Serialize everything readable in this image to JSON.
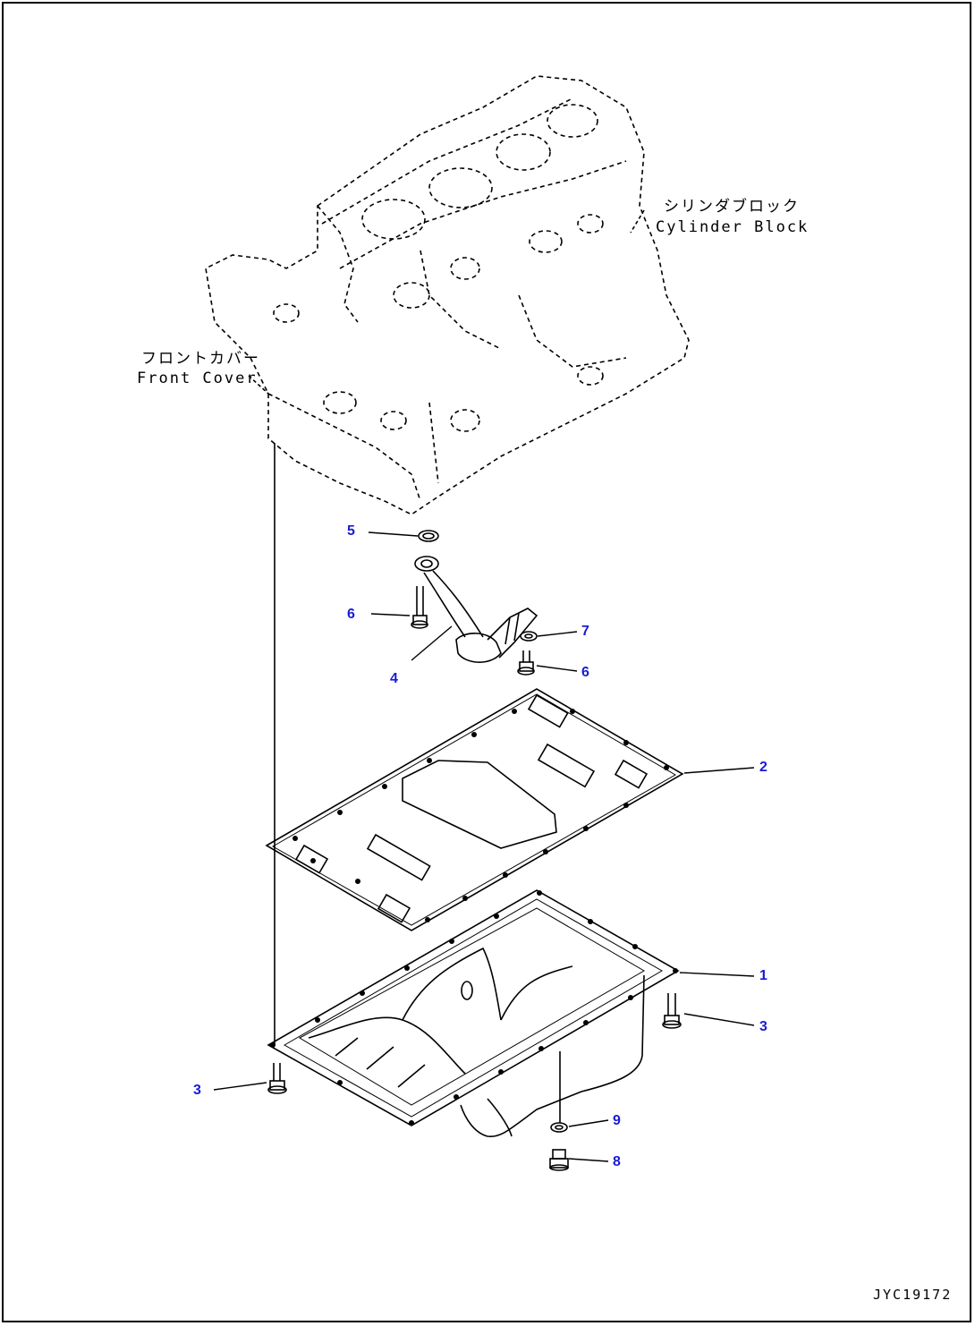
{
  "callouts": {
    "cylinder_block_jp": "シリンダブロック",
    "cylinder_block_en": "Cylinder Block",
    "front_cover_jp": "フロントカバー",
    "front_cover_en": "Front Cover"
  },
  "part_labels": {
    "p1": "1",
    "p2": "2",
    "p3a": "3",
    "p3b": "3",
    "p4": "4",
    "p5": "5",
    "p6a": "6",
    "p6b": "6",
    "p7": "7",
    "p8": "8",
    "p9": "9"
  },
  "reference": "JYC19172",
  "colors": {
    "label": "#1a1ad6",
    "line": "#000000"
  }
}
